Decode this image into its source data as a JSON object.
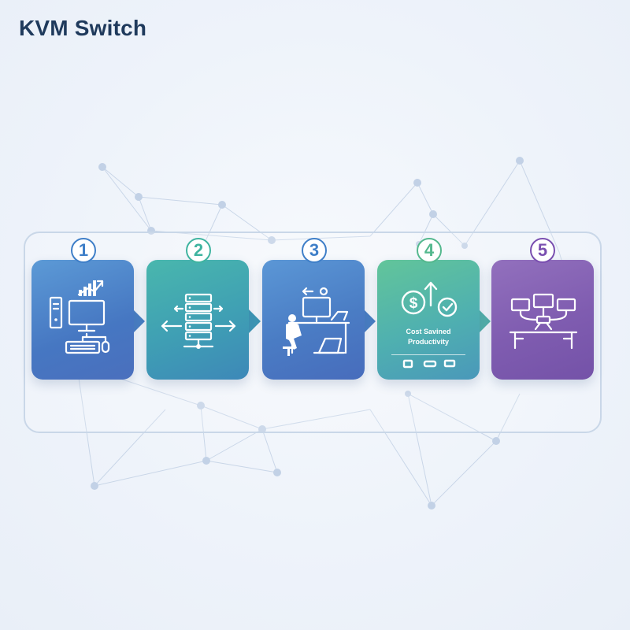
{
  "title": "KVM Switch",
  "steps": [
    {
      "number": "1",
      "icon": "pc-keyboard-growth-icon",
      "color_top": "#4a7fc4",
      "color_bottom": "#4a72bd",
      "badge_color": "#3f7fc8"
    },
    {
      "number": "2",
      "icon": "server-rack-icon",
      "color_top": "#3fa8b0",
      "color_bottom": "#3e8fb8",
      "badge_color": "#3fb4a0"
    },
    {
      "number": "3",
      "icon": "user-at-workstation-icon",
      "color_top": "#4b85c8",
      "color_bottom": "#4670bd",
      "badge_color": "#3f7fc8"
    },
    {
      "number": "4",
      "icon": "cost-productivity-icon",
      "color_top": "#58bd9e",
      "color_bottom": "#4aa6b8",
      "badge_color": "#54b88e",
      "text_line1": "Cost Savined",
      "text_line2": "Productivity"
    },
    {
      "number": "5",
      "icon": "multi-monitor-desk-icon",
      "color_top": "#8a66b6",
      "color_bottom": "#7a56ab",
      "badge_color": "#7a4fb0"
    }
  ]
}
